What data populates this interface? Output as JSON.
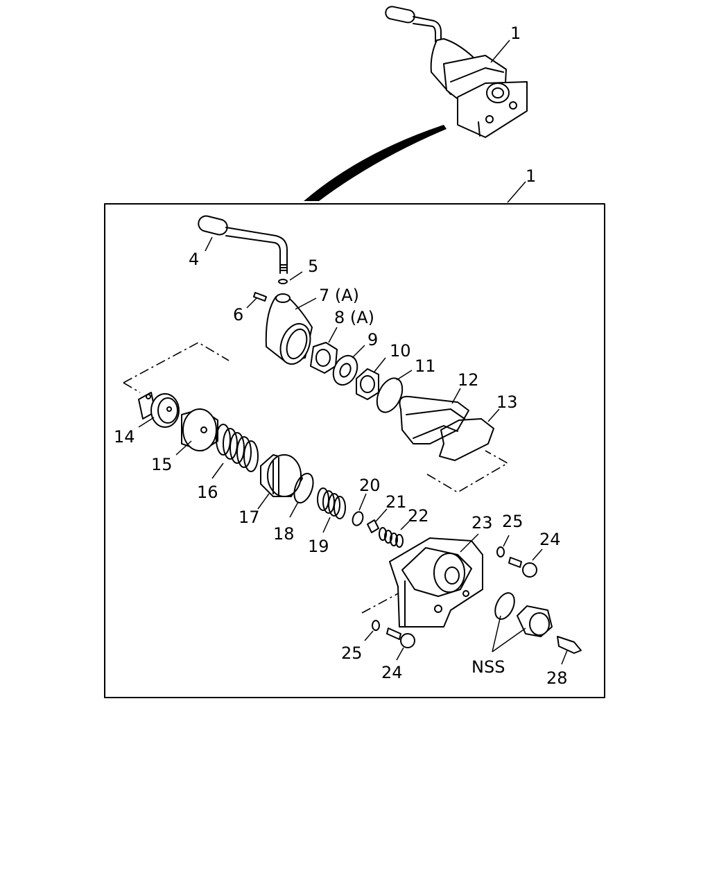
{
  "callouts": {
    "c1_top": "1",
    "c1_box": "1",
    "c4": "4",
    "c5": "5",
    "c6": "6",
    "c7": "7 (A)",
    "c8": "8 (A)",
    "c9": "9",
    "c10": "10",
    "c11": "11",
    "c12": "12",
    "c13": "13",
    "c14": "14",
    "c15": "15",
    "c16": "16",
    "c17": "17",
    "c18": "18",
    "c19": "19",
    "c20": "20",
    "c21": "21",
    "c22": "22",
    "c23": "23",
    "c24a": "24",
    "c25a": "25",
    "c24b": "24",
    "c25b": "25",
    "nss": "NSS",
    "c28": "28"
  }
}
